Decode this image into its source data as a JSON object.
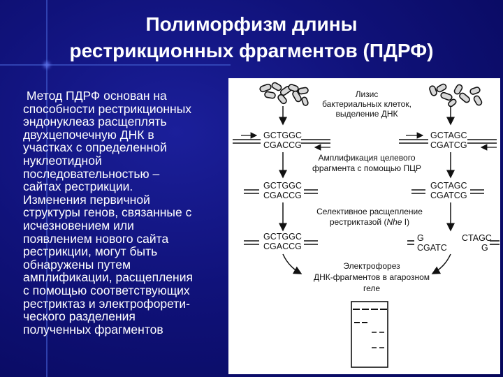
{
  "slide": {
    "title_line1": "Полиморфизм длины",
    "title_line2": "рестрикционных фрагментов (ПДРФ)",
    "body_lines": [
      " Метод ПДРФ основан на",
      "способности рестрикционных",
      "эндонуклеаз расщеплять",
      "двухцепочечную ДНК в",
      "участках с определенной",
      "нуклеотидной",
      "последовательностью –",
      "сайтах рестрикции.",
      "Изменения первичной",
      "структуры генов, связанные с",
      "исчезновением или",
      "появлением нового сайта",
      "рестрикции, могут быть",
      "обнаружены путем",
      "амплификации, расщепления",
      "с помощью соответствующих",
      "рестриктаз и электрофорети-",
      "ческого разделения",
      "полученных фрагментов"
    ]
  },
  "diagram": {
    "lysis_line1": "Лизис",
    "lysis_line2": "бактериальных клеток,",
    "lysis_line3": "выделение ДНК",
    "amp_line1": "Амплификация целевого",
    "amp_line2": "фрагмента с помощью ПЦР",
    "sel_line1": "Селективное расщепление",
    "sel_line2_a": "рестриктазой (",
    "sel_enzyme": "Nhe",
    "sel_line2_b": " I)",
    "ep_line1": "Электрофорез",
    "ep_line2": "ДНК-фрагментов в агарозном",
    "ep_line3": "геле",
    "left_top": "GCTGGC",
    "left_bottom": "CGACCG",
    "right_top": "GCTAGC",
    "right_bottom": "CGATCG",
    "cut_left_top": "G",
    "cut_left_bottom": "CGATC",
    "cut_right_top": "CTAGC",
    "cut_right_bottom": "G"
  }
}
